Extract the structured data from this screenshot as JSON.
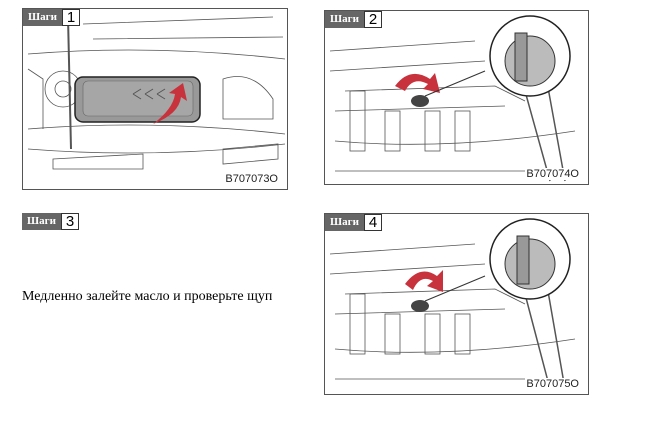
{
  "step_label": "Шаги",
  "steps": [
    {
      "number": "1",
      "code": "B707073O"
    },
    {
      "number": "2",
      "code": "B707074O"
    },
    {
      "number": "3",
      "text": "Медленно залейте масло и проверьте щуп"
    },
    {
      "number": "4",
      "code": "B707075O"
    }
  ],
  "colors": {
    "arrow": "#c8323c",
    "badge": "#666666"
  }
}
